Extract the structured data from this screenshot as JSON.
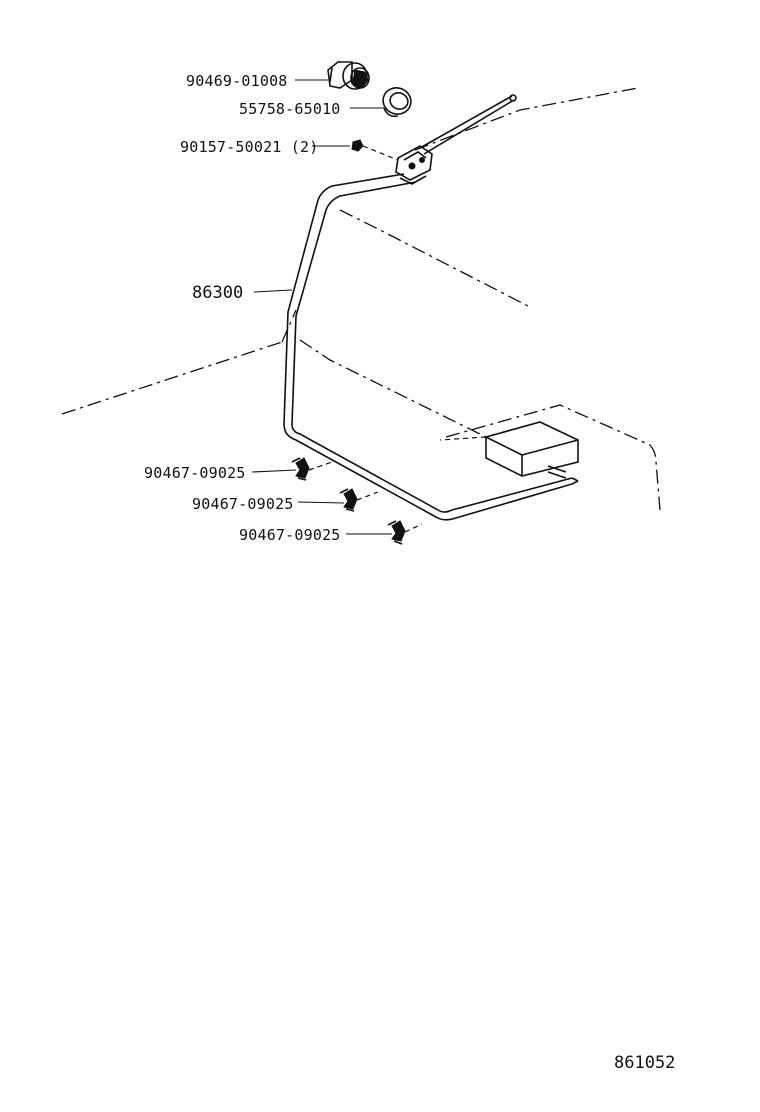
{
  "labels": {
    "part_90469": "90469-01008",
    "part_55758": "55758-65010",
    "part_90157": "90157-50021 (2)",
    "part_86300": "86300",
    "clamp_1": "90467-09025",
    "clamp_2": "90467-09025",
    "clamp_3": "90467-09025"
  },
  "figure_code": "861052"
}
